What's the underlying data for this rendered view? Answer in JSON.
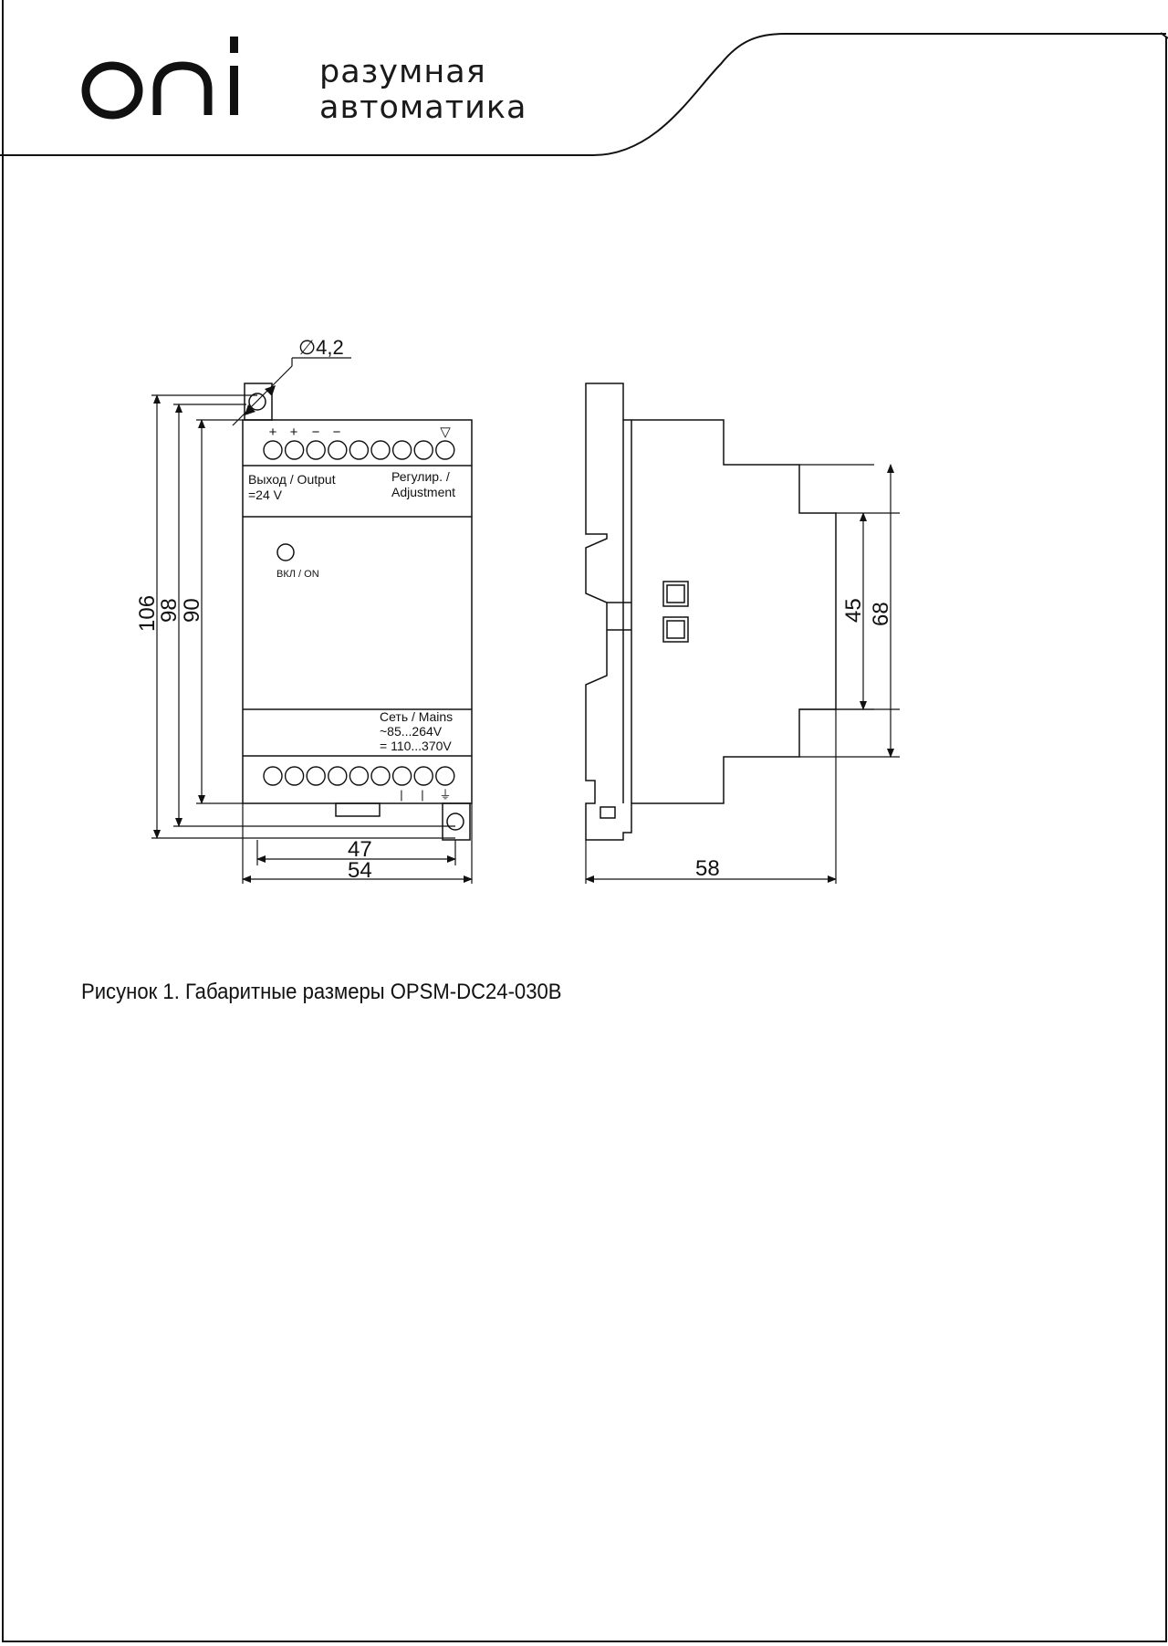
{
  "header": {
    "logo_text": "oni",
    "tagline_line1": "разумная",
    "tagline_line2": "автоматика"
  },
  "front_view": {
    "hole_diameter": "∅4,2",
    "top_terminal_symbols": [
      "+",
      "+",
      "−",
      "−",
      "▽"
    ],
    "output_label_line1": "Выход / Output",
    "output_label_line2": "=24 V",
    "adjust_label_line1": "Регулир. /",
    "adjust_label_line2": "Adjustment",
    "led_label": "ВКЛ / ON",
    "mains_label_line1": "Сеть / Mains",
    "mains_label_line2": "~85...264V",
    "mains_label_line3": "= 110...370V",
    "bottom_terminal_symbols": [
      "|",
      "|",
      "⏚"
    ],
    "dim_height_106": "106",
    "dim_height_98": "98",
    "dim_height_90": "90",
    "dim_width_47": "47",
    "dim_width_54": "54"
  },
  "side_view": {
    "dim_45": "45",
    "dim_68": "68",
    "dim_58": "58"
  },
  "caption": "Рисунок 1. Габаритные размеры OPSM-DC24-030B"
}
